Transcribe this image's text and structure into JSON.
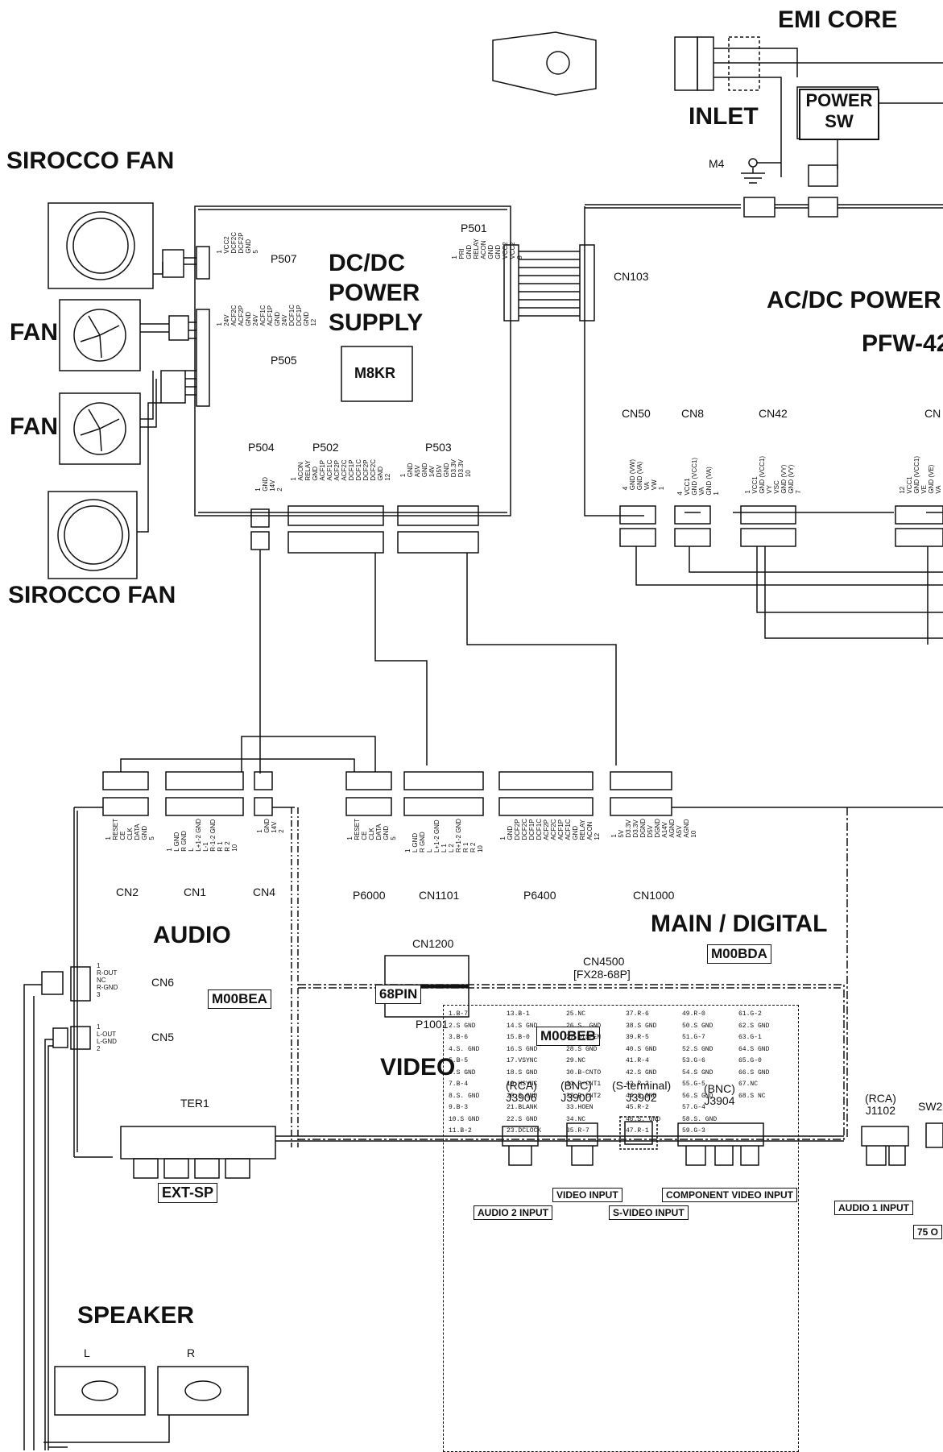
{
  "headings": {
    "emi_core": "EMI CORE",
    "inlet": "INLET",
    "sirocco_fan_top": "SIROCCO FAN",
    "fan_1": "FAN",
    "fan_2": "FAN",
    "sirocco_fan_bottom": "SIROCCO FAN",
    "dcdc_title": "DC/DC\nPOWER\nSUPPLY",
    "acdc_title": "AC/DC POWER",
    "acdc_model": "PFW-42",
    "audio": "AUDIO",
    "main_digital": "MAIN / DIGITAL",
    "video": "VIDEO",
    "speaker": "SPEAKER",
    "speaker_l": "L",
    "speaker_r": "R"
  },
  "boxes": {
    "power_sw": "POWER\nSW",
    "m8kr": "M8KR",
    "m00bea": "M00BEA",
    "m00bda": "M00BDA",
    "m00beb": "M00BEB",
    "ext_sp": "EXT-SP",
    "pin68": "68PIN"
  },
  "connectors": {
    "m4": "M4",
    "p501": "P501",
    "p507": "P507",
    "p505": "P505",
    "p504": "P504",
    "p502": "P502",
    "p503": "P503",
    "cn103": "CN103",
    "cn50": "CN50",
    "cn8": "CN8",
    "cn42": "CN42",
    "cn_cut": "CN",
    "cn2": "CN2",
    "cn1": "CN1",
    "cn4": "CN4",
    "p6000": "P6000",
    "cn1101": "CN1101",
    "p6400": "P6400",
    "cn1000": "CN1000",
    "cn1200": "CN1200",
    "p1001": "P1001",
    "cn6": "CN6",
    "cn5": "CN5",
    "ter1": "TER1",
    "cn4500": "CN4500",
    "fx28": "[FX28-68P]"
  },
  "jacks": {
    "j3906": "(RCA)\nJ3906",
    "j3900": "(BNC)\nJ3900",
    "j3902": "(S-terminal)\nJ3902",
    "j3904": "(BNC)\nJ3904",
    "j1102": "(RCA)\nJ1102",
    "sw_cut": "SW2"
  },
  "io_labels": {
    "video_input": "VIDEO INPUT",
    "component_video_input": "COMPONENT VIDEO INPUT",
    "audio2_input": "AUDIO 2 INPUT",
    "svideo_input": "S-VIDEO INPUT",
    "audio1_input": "AUDIO 1 INPUT",
    "ohm75_cut": "75 O"
  },
  "pin_labels": {
    "p507": "1\nVCC2\nDCF2C\nDCF2P\nGND\n5",
    "p505": "1\n24V\nACF2C\nACF2P\nGND\n24V\nACF1C\nACF1P\nGND\n24V\nDCF1C\nDCF1P\nGND\n12",
    "p501": "1\nPRI\nGND\nRELAY\nACON\nGND\nGND\nVCC2\nVCC2\n9",
    "p504": "1\nGND\n14V\n2",
    "p502": "1\nACON\nRELAY\nGND\nACF1P\nACF1C\nACF2P\nACF2C\nDCF1P\nDCF1C\nDCF2P\nDCF2C\nGND\n12",
    "p503": "1\nGND\nA5V\nGND\n14V\nD5V\nGND\nD3.3V\nD3.3V\n10",
    "cn50": "4\nGND (VW)\nGND (VA)\nVA\nVW\n1",
    "cn8": "4\nVCC1\nGND (VCC1)\nVA\nGND (VA)\n1",
    "cn42": "1\nVCC1\nGND (VCC1)\nVY\nVSC\nGND (VY)\nGND (VY)\n7",
    "cn_right": "12\nVCC1\nGND (VCC1)\nVE\nGND (VE)\nVA\nGND (VA)",
    "cn2": "1\nRESET\nCE\nCLK\nDATA\nGND\n5",
    "cn1": "1\nL GND\nR GND\nL\nL+1-2 GND\nL-1\nR-1-2 GND\nR 1\nR 2\n10",
    "cn4": "1\nGND\n14V\n2",
    "p6000": "1\nRESET\nCE\nCLK\nDATA\nGND\n5",
    "cn1101": "1\nL GND\nR GND\nL\nL+1-2 GND\nL 1\nL 2\nR+1-2 GND\nR 1\nR 2\n10",
    "p6400": "1\nGND\nDCF2P\nDCF2C\nDCF1P\nDCF1C\nACF2P\nACF2C\nACF1P\nACF1C\nGND\nRELAY\nACON\n12",
    "cn1000": "1\n5V\nD3.3V\nD3.3V\nDGND\nD5V\nDGND\nA14V\nAGND\nA5V\nAGND\n10",
    "cn6": "1\nR-OUT\nNC\nR-GND\n3",
    "cn5": "1\nL-OUT\nL-GND\n2"
  },
  "pin_table": [
    [
      "1.B-7",
      "2.S GND",
      "3.B-6",
      "4.S. GND",
      "5.B-5",
      "6.S GND",
      "7.B-4",
      "8.S. GND",
      "9.B-3",
      "10.S GND",
      "11.B-2"
    ],
    [
      "13.B-1",
      "14.S GND",
      "15.B-0",
      "16.S GND",
      "17.VSYNC",
      "18.S GND",
      "19.HSYNC",
      "20.S GND",
      "21.BLANK",
      "22.S GND",
      "23.DCLOCK"
    ],
    [
      "25.NC",
      "26.S. GND",
      "27.DISPEN",
      "28.S GND",
      "29.NC",
      "30.B-CNTO",
      "31.B-CNT1",
      "32.B-CNT2",
      "33.HOEN",
      "34.NC",
      "35.R-7"
    ],
    [
      "37.R-6",
      "38.S GND",
      "39.R-5",
      "40.S GND",
      "41.R-4",
      "42.S GND",
      "43.R-3",
      "44.S GND",
      "45.R-2",
      "46.S. GND",
      "47.R-1"
    ],
    [
      "49.R-0",
      "50.S GND",
      "51.G-7",
      "52.S GND",
      "53.G-6",
      "54.S GND",
      "55.G-5",
      "56.S GND",
      "57.G-4",
      "58.S. GND",
      "59.G-3"
    ],
    [
      "61.G-2",
      "62.S GND",
      "63.G-1",
      "64.S GND",
      "65.G-0",
      "66.S GND",
      "67.NC",
      "68.S NC"
    ]
  ]
}
